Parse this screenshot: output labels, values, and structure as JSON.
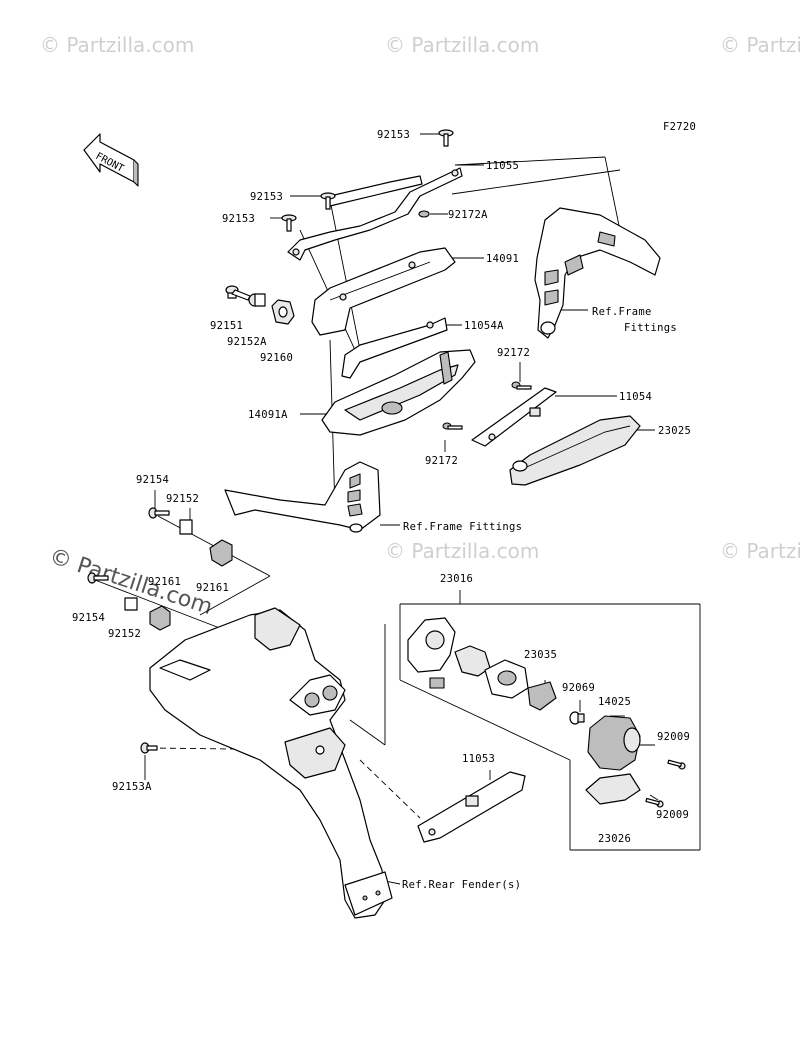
{
  "figure_code": "F2720",
  "front_label": "FRONT",
  "watermarks": [
    "© Partzilla.com",
    "© Partzilla.com",
    "© Partzilla.com",
    "© Partzilla.com",
    "© Partzilla.com"
  ],
  "center_watermark": "© Partzilla.com",
  "parts": {
    "p92153_top": "92153",
    "p11055": "11055",
    "p92153_mid": "92153",
    "p92153_low": "92153",
    "p92172A": "92172A",
    "p14091": "14091",
    "p92151": "92151",
    "p92152A": "92152A",
    "p92160": "92160",
    "p11054A": "11054A",
    "p92172_top": "92172",
    "p11054": "11054",
    "p14091A": "14091A",
    "p23025": "23025",
    "p92172_bot": "92172",
    "p92154_top": "92154",
    "p92152_top": "92152",
    "p92161_a": "92161",
    "p92161_b": "92161",
    "p92154_bot": "92154",
    "p92152_bot": "92152",
    "p23016": "23016",
    "p23035": "23035",
    "p92069": "92069",
    "p14025": "14025",
    "p92009_a": "92009",
    "p92009_b": "92009",
    "p23026": "23026",
    "p11053": "11053",
    "p92153A": "92153A"
  },
  "refs": {
    "frame_top_1": "Ref.Frame",
    "frame_top_2": "Fittings",
    "frame_mid": "Ref.Frame Fittings",
    "rear_fender": "Ref.Rear Fender(s)"
  }
}
